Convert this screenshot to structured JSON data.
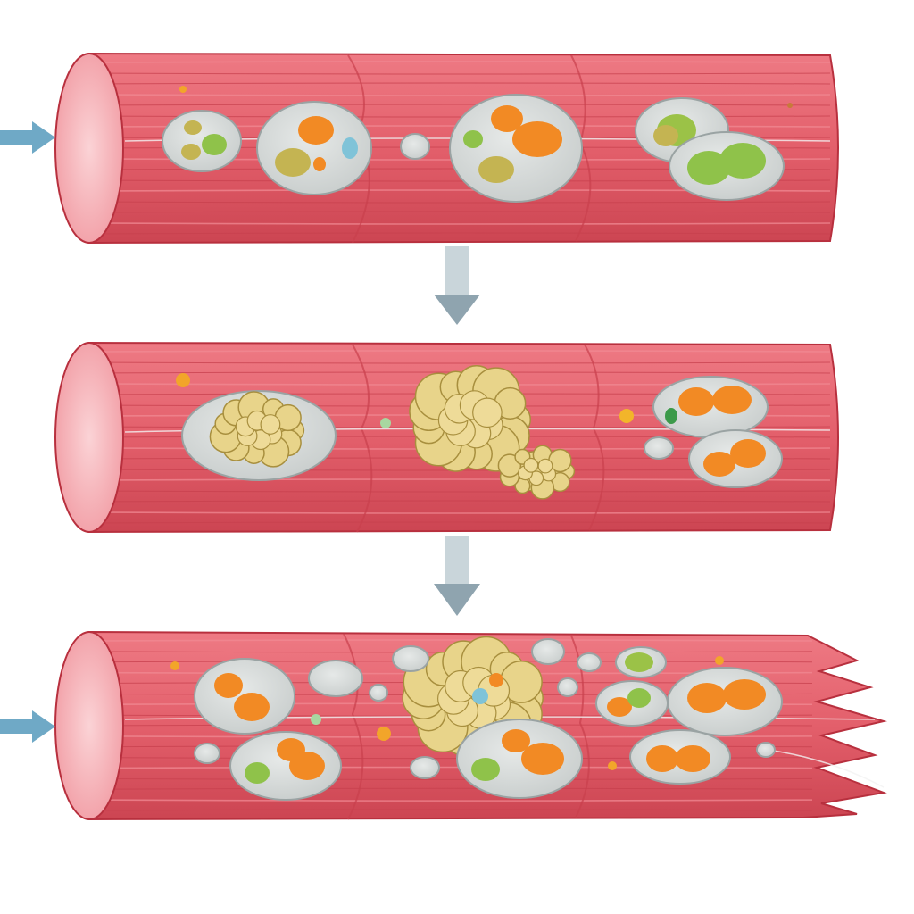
{
  "diagram": {
    "stages": [
      {
        "id": "stage-1",
        "description_label": "",
        "inclusions": [
          {
            "kind": "vacuole",
            "contents": [
              "green",
              "green",
              "olive"
            ]
          },
          {
            "kind": "vacuole",
            "contents": [
              "orange",
              "olive",
              "blue"
            ]
          },
          {
            "kind": "vacuole",
            "contents": [
              "orange",
              "orange",
              "green",
              "olive"
            ]
          },
          {
            "kind": "vacuole",
            "contents": [
              "olive",
              "green"
            ]
          },
          {
            "kind": "vacuole",
            "contents": [
              "green",
              "green"
            ]
          }
        ]
      },
      {
        "id": "stage-2",
        "description_label": "",
        "inclusions": [
          {
            "kind": "aggregate-in-vacuole"
          },
          {
            "kind": "aggregate"
          },
          {
            "kind": "aggregate"
          },
          {
            "kind": "vacuole",
            "contents": [
              "orange",
              "orange",
              "green"
            ]
          },
          {
            "kind": "vacuole",
            "contents": [
              "orange",
              "orange"
            ]
          }
        ]
      },
      {
        "id": "stage-3",
        "description_label": "",
        "inclusions": [
          {
            "kind": "vacuole",
            "contents": [
              "orange",
              "orange"
            ]
          },
          {
            "kind": "vacuole",
            "contents": [
              "orange",
              "orange",
              "green"
            ]
          },
          {
            "kind": "aggregate"
          },
          {
            "kind": "vacuole",
            "contents": [
              "orange",
              "orange",
              "green"
            ]
          },
          {
            "kind": "vacuole",
            "contents": [
              "green",
              "olive"
            ]
          },
          {
            "kind": "vacuole",
            "contents": [
              "orange",
              "orange"
            ]
          },
          {
            "kind": "vacuole",
            "contents": [
              "orange",
              "orange"
            ]
          }
        ],
        "frayed_end": true
      }
    ],
    "arrows": [
      {
        "direction": "down",
        "from": "stage-1",
        "to": "stage-2"
      },
      {
        "direction": "down",
        "from": "stage-2",
        "to": "stage-3"
      }
    ],
    "entry_arrows": [
      "stage-1",
      "stage-3"
    ]
  },
  "colors": {
    "fiber": "#e35f6b",
    "fiber_dark": "#b8303e",
    "fiber_end": "#f4a7ad",
    "vacuole": "#d3d7d6",
    "vacuole_rim": "#9aa3a3",
    "orange": "#f28a24",
    "green": "#8fc24a",
    "olive": "#c4b452",
    "blue": "#7fc3d8",
    "aggregate": "#e8d48a",
    "aggregate_edge": "#a88f3e",
    "flow_arrow": "#6fa9c6",
    "step_arrow": "#9fb2bd",
    "background": "#ffffff"
  }
}
